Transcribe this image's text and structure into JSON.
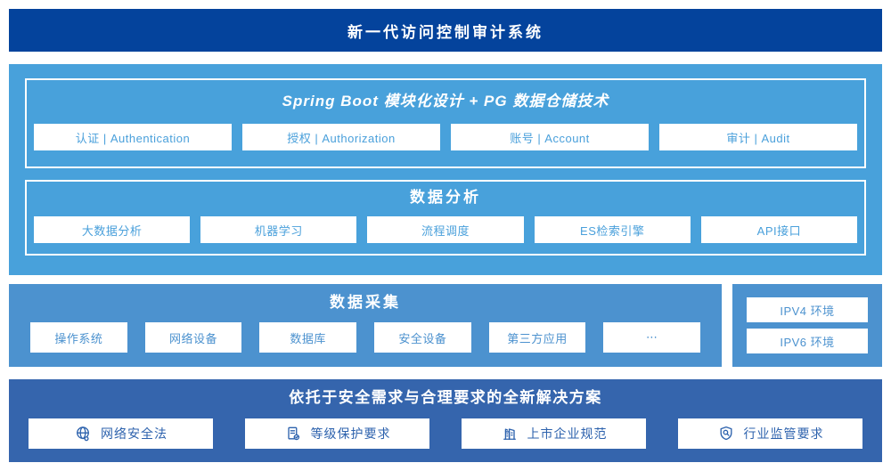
{
  "banner": {
    "title": "新一代访问控制审计系统"
  },
  "platform": {
    "modules": {
      "title": "Spring Boot 模块化设计 + PG 数据仓储技术",
      "items": [
        "认证 | Authentication",
        "授权 | Authorization",
        "账号 | Account",
        "审计 | Audit"
      ]
    },
    "analysis": {
      "title": "数据分析",
      "items": [
        "大数据分析",
        "机器学习",
        "流程调度",
        "ES检索引擎",
        "API接口"
      ]
    }
  },
  "collection": {
    "title": "数据采集",
    "items": [
      "操作系统",
      "网络设备",
      "数据库",
      "安全设备",
      "第三方应用",
      "⋯"
    ]
  },
  "environments": {
    "items": [
      "IPV4 环境",
      "IPV6 环境"
    ]
  },
  "solution": {
    "title": "依托于安全需求与合理要求的全新解决方案",
    "items": [
      {
        "icon": "globe-icon",
        "label": "网络安全法"
      },
      {
        "icon": "document-check-icon",
        "label": "等级保护要求"
      },
      {
        "icon": "building-icon",
        "label": "上市企业规范"
      },
      {
        "icon": "shield-search-icon",
        "label": "行业监管要求"
      }
    ]
  },
  "colors": {
    "banner_bg": "#04439c",
    "platform_bg": "#48a1db",
    "collection_bg": "#4c92cf",
    "solution_bg": "#3565ad",
    "box_text_light": "#4aa0db",
    "box_text_muted": "#4c92cf",
    "solution_text": "#2d62ad",
    "white": "#ffffff"
  }
}
